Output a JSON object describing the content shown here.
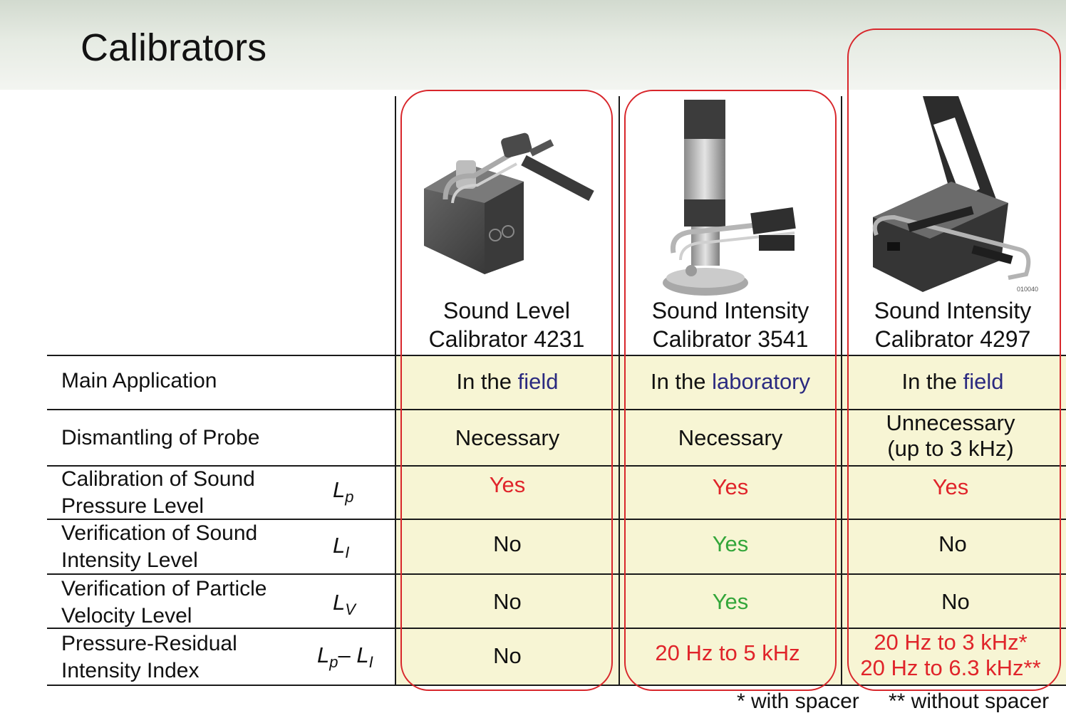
{
  "page": {
    "title": "Calibrators"
  },
  "columns": [
    {
      "name_line1": "Sound Level",
      "name_line2": "Calibrator 4231",
      "photo_icon": "calibrator-4231-photo"
    },
    {
      "name_line1": "Sound Intensity",
      "name_line2": "Calibrator 3541",
      "photo_icon": "calibrator-3541-photo"
    },
    {
      "name_line1": "Sound Intensity",
      "name_line2": "Calibrator 4297",
      "photo_icon": "calibrator-4297-photo",
      "photo_code": "010040"
    }
  ],
  "rows": [
    {
      "label_line1": "Main Application",
      "label_line2": "",
      "symbol": "",
      "cells": [
        {
          "prefix": "In the ",
          "highlight": "field"
        },
        {
          "prefix": "In the ",
          "highlight": "laboratory"
        },
        {
          "prefix": "In the ",
          "highlight": "field"
        }
      ]
    },
    {
      "label_line1": "Dismantling of Probe",
      "label_line2": "",
      "symbol": "",
      "cells": [
        {
          "line1": "Necessary",
          "line2": ""
        },
        {
          "line1": "Necessary",
          "line2": ""
        },
        {
          "line1": "Unnecessary",
          "line2": "(up to 3 kHz)"
        }
      ]
    },
    {
      "label_line1": "Calibration of Sound",
      "label_line2": "Pressure Level",
      "symbol_main": "L",
      "symbol_sub": "p",
      "cells": [
        {
          "line1": "Yes"
        },
        {
          "line1": "Yes"
        },
        {
          "line1": "Yes"
        }
      ]
    },
    {
      "label_line1": "Verification of Sound",
      "label_line2": "Intensity Level",
      "symbol_main": "L",
      "symbol_sub": "I",
      "cells": [
        {
          "line1": "No"
        },
        {
          "line1": "Yes"
        },
        {
          "line1": "No"
        }
      ]
    },
    {
      "label_line1": "Verification of Particle",
      "label_line2": "Velocity Level",
      "symbol_main": "L",
      "symbol_sub": "V",
      "cells": [
        {
          "line1": "No"
        },
        {
          "line1": "Yes"
        },
        {
          "line1": "No"
        }
      ]
    },
    {
      "label_line1": "Pressure-Residual",
      "label_line2": "Intensity Index",
      "symbol_main": "L",
      "symbol_sub": "p",
      "symbol_op": "– ",
      "symbol_main2": "L",
      "symbol_sub2": "I",
      "cells": [
        {
          "line1": "No",
          "line2": ""
        },
        {
          "line1": "20 Hz to 5 kHz",
          "line2": ""
        },
        {
          "line1": "20 Hz to 3 kHz*",
          "line2": "20 Hz to 6.3 kHz**"
        }
      ]
    }
  ],
  "footnotes": {
    "a": "* with spacer",
    "b": "** without spacer"
  },
  "colors": {
    "yes_red": "#e0242a",
    "yes_green": "#33a63a",
    "highlight_blue": "#2b2a80",
    "oval_red": "#d8262b",
    "cell_fill": "#f7f5d4"
  }
}
